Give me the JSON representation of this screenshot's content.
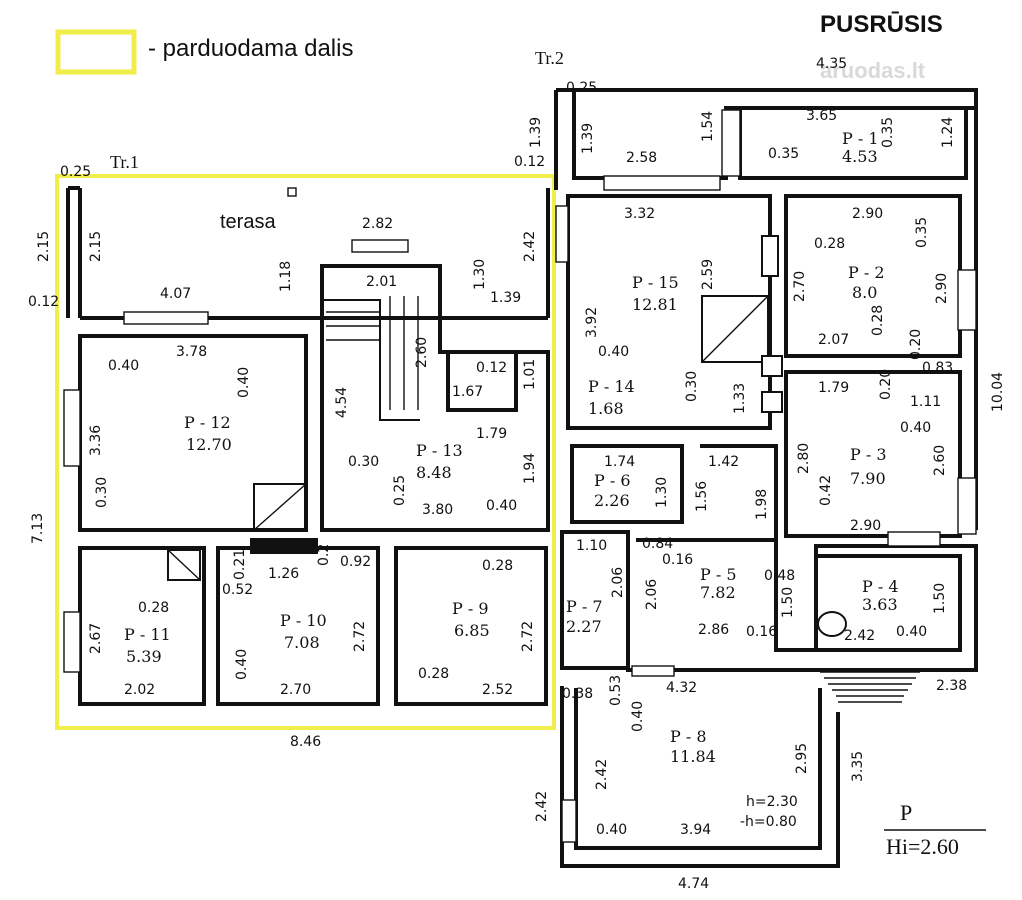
{
  "title": "PUSRŪSIS",
  "legend": {
    "label": "- parduodama dalis",
    "color": "#f0ee4a"
  },
  "watermark": "aruodas.lt",
  "stairs": [
    "Tr.1",
    "Tr.2"
  ],
  "terrace": "terasa",
  "level": {
    "name": "P",
    "height": "Hi=2.60"
  },
  "rooms": [
    {
      "id": "P - 1",
      "area": "4.53"
    },
    {
      "id": "P - 2",
      "area": "8.0"
    },
    {
      "id": "P - 3",
      "area": "7.90"
    },
    {
      "id": "P - 4",
      "area": "3.63"
    },
    {
      "id": "P - 5",
      "area": "7.82"
    },
    {
      "id": "P - 6",
      "area": "2.26"
    },
    {
      "id": "P - 7",
      "area": "2.27"
    },
    {
      "id": "P - 8",
      "area": "11.84"
    },
    {
      "id": "P - 9",
      "area": "6.85"
    },
    {
      "id": "P - 10",
      "area": "7.08"
    },
    {
      "id": "P - 11",
      "area": "5.39"
    },
    {
      "id": "P - 12",
      "area": "12.70"
    },
    {
      "id": "P - 13",
      "area": "8.48"
    },
    {
      "id": "P - 14",
      "area": "1.68"
    },
    {
      "id": "P - 15",
      "area": "12.81"
    }
  ],
  "room8_heights": [
    "h=2.30",
    "-h=0.80"
  ],
  "dimensions": [
    "0.25",
    "2.15",
    "2.15",
    "0.12",
    "7.13",
    "4.07",
    "1.18",
    "2.82",
    "1.30",
    "2.42",
    "1.39",
    "2.01",
    "3.78",
    "0.40",
    "0.40",
    "3.36",
    "0.30",
    "4.54",
    "2.60",
    "0.12",
    "1.67",
    "1.01",
    "1.79",
    "0.30",
    "0.25",
    "1.94",
    "3.80",
    "0.40",
    "0.21",
    "0.52",
    "1.26",
    "0.2",
    "0.92",
    "0.28",
    "0.28",
    "2.67",
    "2.02",
    "0.40",
    "2.70",
    "2.72",
    "2.72",
    "0.28",
    "2.52",
    "8.46",
    "0.25",
    "1.39",
    "0.12",
    "1.39",
    "2.58",
    "1.54",
    "4.35",
    "3.65",
    "0.35",
    "0.35",
    "1.24",
    "3.32",
    "2.90",
    "0.28",
    "2.70",
    "2.59",
    "0.35",
    "2.90",
    "3.92",
    "0.40",
    "2.07",
    "0.28",
    "0.20",
    "0.83",
    "0.30",
    "1.33",
    "1.79",
    "0.20",
    "1.11",
    "0.40",
    "10.04",
    "2.80",
    "2.60",
    "0.42",
    "2.90",
    "1.74",
    "1.30",
    "1.42",
    "1.56",
    "1.98",
    "1.10",
    "0.84",
    "0.16",
    "2.06",
    "2.06",
    "0.48",
    "1.50",
    "2.86",
    "0.16",
    "1.50",
    "2.42",
    "0.40",
    "0.38",
    "0.53",
    "4.32",
    "2.38",
    "0.40",
    "2.42",
    "2.95",
    "3.35",
    "0.40",
    "3.94",
    "2.42",
    "4.74"
  ]
}
